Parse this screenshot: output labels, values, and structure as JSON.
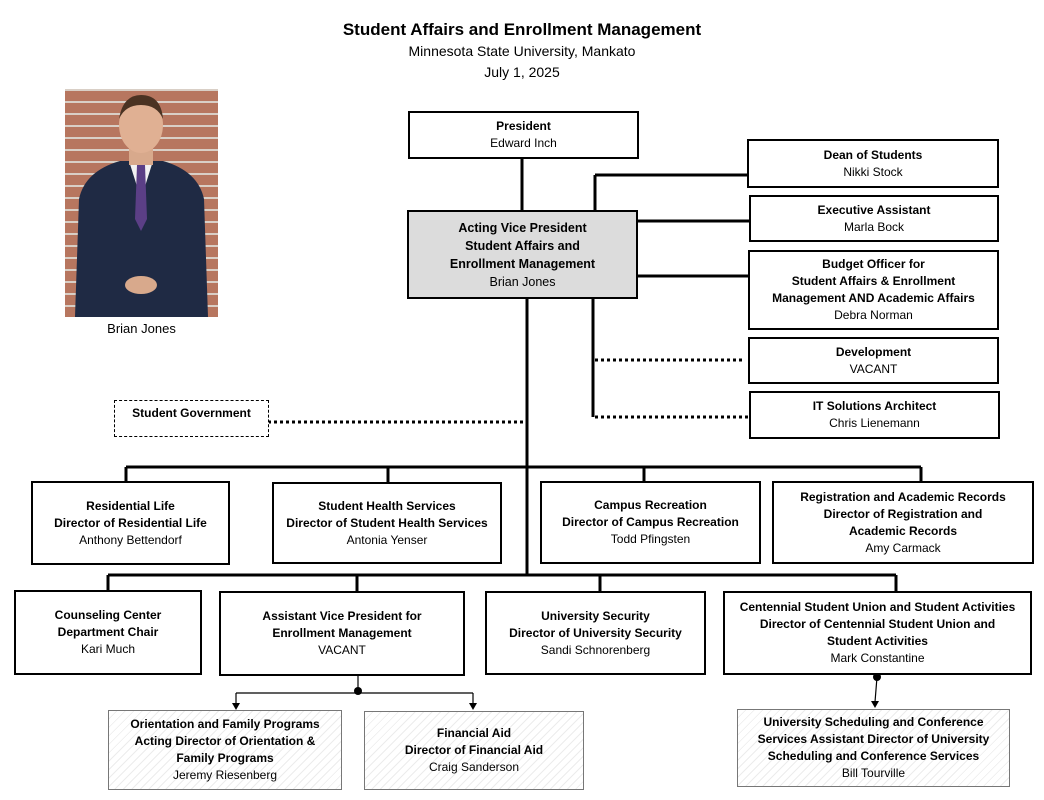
{
  "header": {
    "title": "Student Affairs and Enrollment Management",
    "subtitle": "Minnesota State University, Mankato",
    "date": "July 1, 2025"
  },
  "photo": {
    "caption": "Brian Jones"
  },
  "president": {
    "title": "President",
    "name": "Edward Inch"
  },
  "vp": {
    "line1": "Acting Vice President",
    "line2": "Student Affairs and",
    "line3": "Enrollment Management",
    "name": "Brian Jones"
  },
  "dean": {
    "title": "Dean of Students",
    "name": "Nikki Stock"
  },
  "exec_assistant": {
    "title": "Executive Assistant",
    "name": "Marla Bock"
  },
  "budget": {
    "line1": "Budget Officer for",
    "line2": "Student Affairs & Enrollment",
    "line3": "Management AND Academic Affairs",
    "name": "Debra Norman"
  },
  "development": {
    "title": "Development",
    "name": "VACANT"
  },
  "it": {
    "title": "IT Solutions Architect",
    "name": "Chris Lienemann"
  },
  "student_gov": {
    "title": "Student Government"
  },
  "res_life": {
    "line1": "Residential Life",
    "line2": "Director of Residential Life",
    "name": "Anthony Bettendorf"
  },
  "health": {
    "line1": "Student Health Services",
    "line2": "Director of Student Health Services",
    "name": "Antonia Yenser"
  },
  "rec": {
    "line1": "Campus Recreation",
    "line2": "Director of Campus Recreation",
    "name": "Todd Pfingsten"
  },
  "registration": {
    "line1": "Registration and Academic Records",
    "line2": "Director of Registration and",
    "line3": "Academic Records",
    "name": "Amy Carmack"
  },
  "counseling": {
    "line1": "Counseling Center",
    "line2": "Department Chair",
    "name": "Kari Much"
  },
  "avp": {
    "line1": "Assistant Vice President for",
    "line2": "Enrollment Management",
    "name": "VACANT"
  },
  "security": {
    "line1": "University Security",
    "line2": "Director of University Security",
    "name": "Sandi Schnorenberg"
  },
  "csu": {
    "line1": "Centennial Student Union and Student Activities",
    "line2": "Director of Centennial Student Union and",
    "line3": "Student Activities",
    "name": "Mark Constantine"
  },
  "orientation": {
    "line1": "Orientation and Family Programs",
    "line2": "Acting Director of Orientation &",
    "line3": "Family Programs",
    "name": "Jeremy Riesenberg"
  },
  "finaid": {
    "line1": "Financial Aid",
    "line2": "Director of Financial Aid",
    "name": "Craig Sanderson"
  },
  "scheduling": {
    "line1": "University Scheduling and Conference",
    "line2": "Services Assistant Director of University",
    "line3": "Scheduling and Conference Services",
    "name": "Bill Tourville"
  }
}
